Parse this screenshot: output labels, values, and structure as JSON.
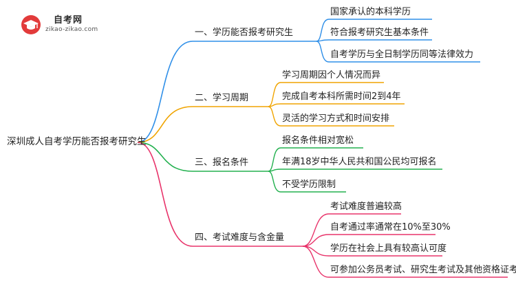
{
  "brand": {
    "name": "自考网",
    "domain": "zikao-zikao.com"
  },
  "root": "深圳成人自考学历能否报考研究生",
  "branches": [
    {
      "label": "一、学历能否报考研究生",
      "color": "#2f8fe8",
      "items": [
        "国家承认的本科学历",
        "符合报考研究生基本条件",
        "自考学历与全日制学历同等法律效力"
      ]
    },
    {
      "label": "二、学习周期",
      "color": "#f0a400",
      "items": [
        "学习周期因个人情况而异",
        "完成自考本科所需时间2到4年",
        "灵活的学习方式和时间安排"
      ]
    },
    {
      "label": "三、报名条件",
      "color": "#22b04e",
      "items": [
        "报名条件相对宽松",
        "年满18岁中华人民共和国公民均可报名",
        "不受学历限制"
      ]
    },
    {
      "label": "四、考试难度与含金量",
      "color": "#e8336a",
      "items": [
        "考试难度普遍较高",
        "自考通过率通常在10%至30%",
        "学历在社会上具有较高认可度",
        "可参加公务员考试、研究生考试及其他资格证考试"
      ]
    }
  ]
}
